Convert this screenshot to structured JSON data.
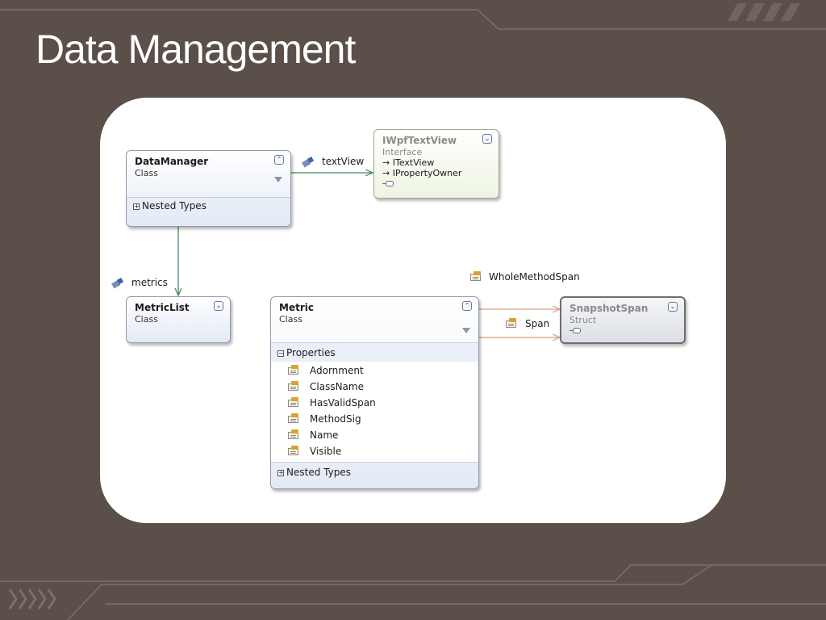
{
  "slide": {
    "title": "Data Management"
  },
  "diagram": {
    "data_manager": {
      "name": "DataManager",
      "kind": "Class",
      "nested_types": "Nested Types"
    },
    "iwpf_text_view": {
      "name": "IWpfTextView",
      "kind": "Interface",
      "implements": [
        "ITextView",
        "IPropertyOwner"
      ]
    },
    "metric_list": {
      "name": "MetricList",
      "kind": "Class"
    },
    "metric": {
      "name": "Metric",
      "kind": "Class",
      "properties_header": "Properties",
      "properties": [
        "Adornment",
        "ClassName",
        "HasValidSpan",
        "MethodSig",
        "Name",
        "Visible"
      ],
      "nested_types": "Nested Types"
    },
    "snapshot_span": {
      "name": "SnapshotSpan",
      "kind": "Struct"
    },
    "associations": {
      "text_view": "textView",
      "metrics": "metrics",
      "whole_method_span": "WholeMethodSpan",
      "span": "Span"
    }
  },
  "colors": {
    "background": "#5a4f49",
    "class_fill": "#e3e9f5",
    "interface_fill": "#f1f6e8",
    "struct_fill": "#e2e4ea",
    "association_line": "#3a8a5a",
    "span_line": "#d7a088"
  }
}
